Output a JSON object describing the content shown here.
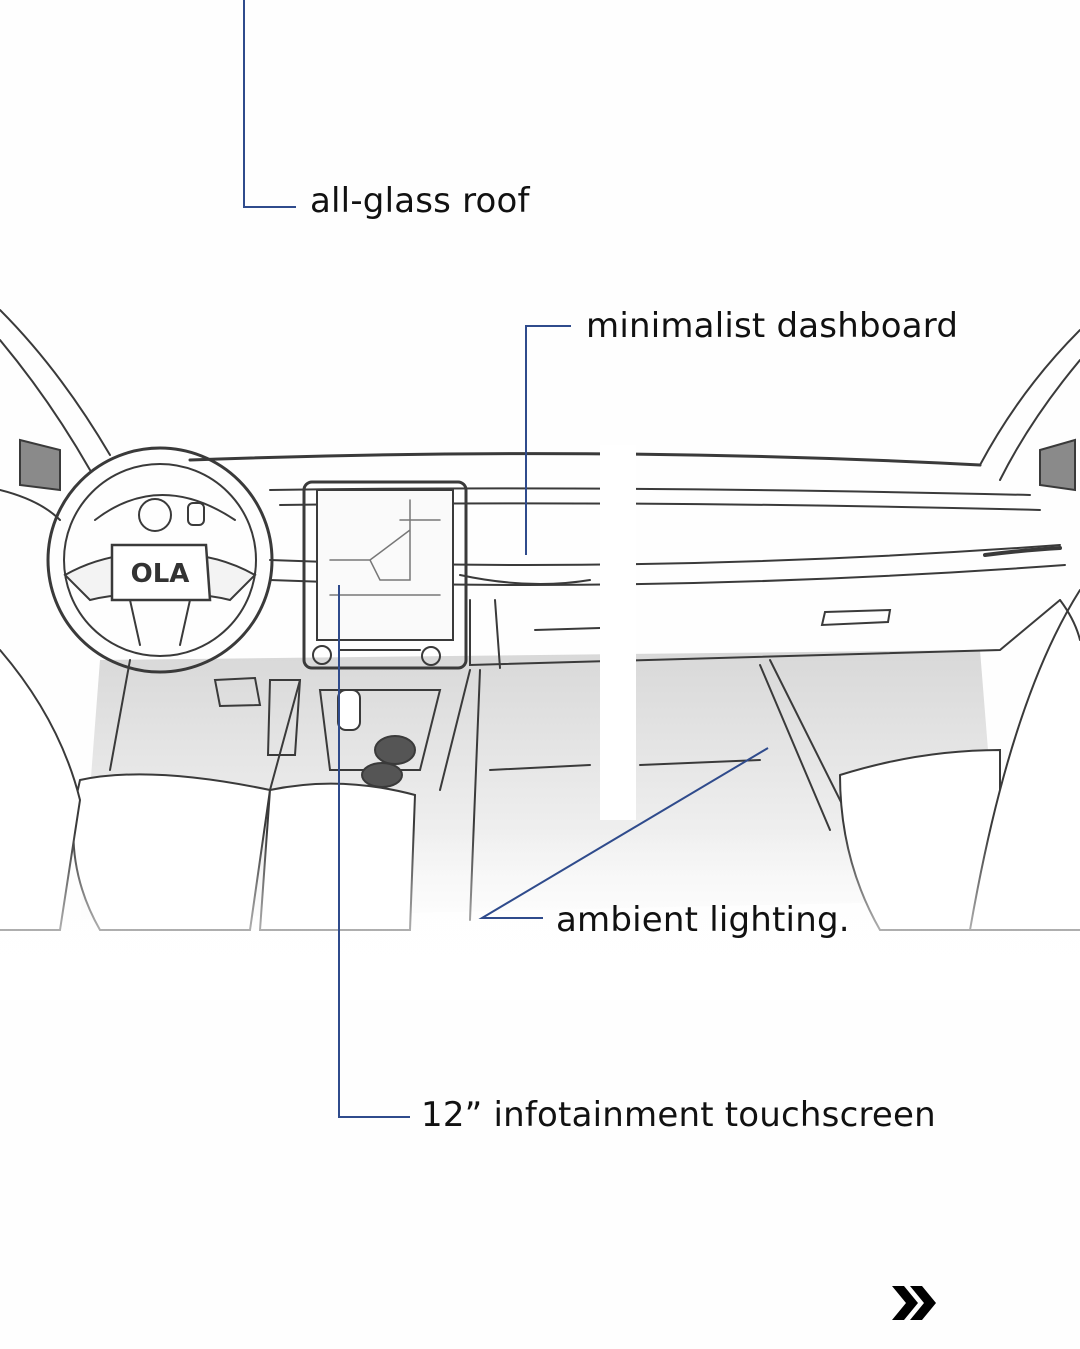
{
  "annotations": {
    "roof": "all-glass roof",
    "dashboard": "minimalist dashboard",
    "lighting": "ambient lighting.",
    "touchscreen": "12” infotainment touchscreen"
  },
  "logo": {
    "steering_wheel_brand": "OLA"
  },
  "navigation": {
    "next_icon": "double-chevron-right-icon"
  },
  "colors": {
    "leader_line": "#2f4b8c",
    "text": "#111111",
    "sketch": "#3a3a3a"
  }
}
